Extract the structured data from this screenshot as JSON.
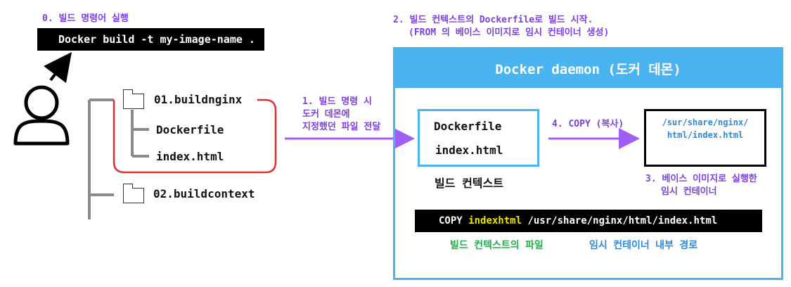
{
  "step0": {
    "label": "0. 빌드 명령어 실행",
    "command": "Docker build -t my-image-name ."
  },
  "step2": {
    "line1": "2. 빌드 컨텍스트의 Dockerfile로 빌드 시작.",
    "line2": "(FROM 의 베이스 이미지로 임시 컨테이너 생성)"
  },
  "tree": {
    "folder1": "01.buildnginx",
    "file1": "Dockerfile",
    "file2": "index.html",
    "folder2": "02.buildcontext"
  },
  "step1": {
    "line1": "1. 빌드 명령 시",
    "line2": "도커 데몬에",
    "line3": "지정했던 파일 전달"
  },
  "daemon": {
    "title": "Docker daemon (도커 데몬)",
    "context_items": [
      "Dockerfile",
      "index.html"
    ],
    "context_caption": "빌드 컨텍스트",
    "step4": "4. COPY (복사)",
    "temp_path_line1": "/sur/share/nginx/",
    "temp_path_line2": "html/index.html",
    "step3_line1": "3. 베이스 이미지로 실행한",
    "step3_line2": "임시 컨테이너",
    "copy_cmd": {
      "keyword": "COPY",
      "source": "indexhtml",
      "dest": "/usr/share/nginx/html/index.html"
    },
    "caption_source": "빌드 컨텍스트의 파일",
    "caption_dest": "임시 컨테이너 내부 경로"
  },
  "colors": {
    "purple": "#7b3fe4",
    "blue": "#4ab4f0",
    "green": "#22b04b",
    "red": "#e03030",
    "gray": "#8a8a8a",
    "black": "#000000"
  },
  "icons": [
    "user-icon",
    "folder-icon",
    "arrow-icon"
  ]
}
